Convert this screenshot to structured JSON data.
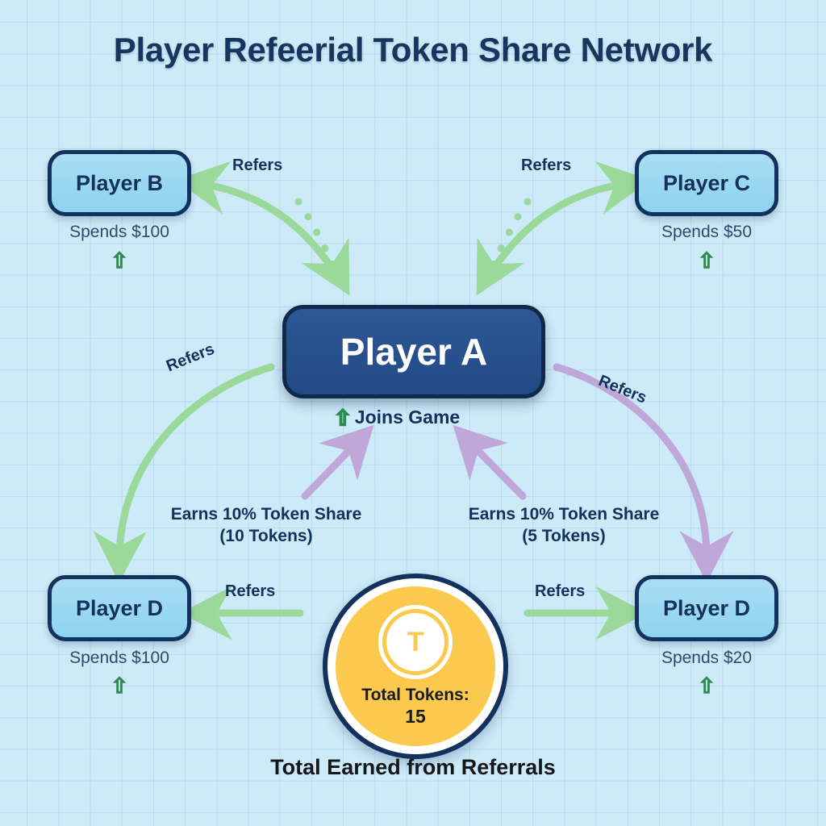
{
  "title": "Player Refeerial Token Share Network",
  "colors": {
    "background": "#cdeaf8",
    "grid": "#8cbee1",
    "node_fill": "#a9ddf4",
    "node_border": "#12315c",
    "hub_fill": "#2d5795",
    "hub_text": "#ffffff",
    "green_edge": "#9bd99b",
    "purple_edge": "#bfa8d9",
    "token_gold": "#fbc94e",
    "label_text": "#13315d",
    "spend_text": "#2b4a70"
  },
  "nodes": {
    "hub": {
      "label": "Player A",
      "sub_label": "Joins Game",
      "sub_icon": "up-arrow-icon"
    },
    "player_b": {
      "label": "Player B",
      "spend": "Spends $100",
      "spend_icon": "up-arrow-icon"
    },
    "player_c": {
      "label": "Player C",
      "spend": "Spends $50",
      "spend_icon": "up-arrow-icon"
    },
    "player_d_left": {
      "label": "Player D",
      "spend": "Spends $100",
      "spend_icon": "up-arrow-icon"
    },
    "player_d_right": {
      "label": "Player D",
      "spend": "Spends $20",
      "spend_icon": "up-arrow-icon"
    }
  },
  "edge_labels": {
    "top_left": "Refers",
    "top_right": "Refers",
    "bottom_left": "Refers",
    "bottom_right": "Refers",
    "diag_left": "Refers",
    "diag_right": "Refers"
  },
  "earnings": {
    "left_line1": "Earns 10% Token Share",
    "left_line2": "(10 Tokens)",
    "right_line1": "Earns 10% Token Share",
    "right_line2": "(5 Tokens)"
  },
  "token_badge": {
    "coin_glyph": "T",
    "label": "Total Tokens:",
    "value": "15"
  },
  "caption": "Total Earned from Referrals",
  "chart_data": {
    "type": "diagram",
    "diagram_kind": "referral-network",
    "center": "Player A",
    "referrals": [
      {
        "referrer": "Player A",
        "referred": "Player B",
        "spends": 100,
        "token_share_percent": 10,
        "tokens_earned": 10
      },
      {
        "referrer": "Player A",
        "referred": "Player C",
        "spends": 50,
        "token_share_percent": 10,
        "tokens_earned": 5
      },
      {
        "referrer": "Player A",
        "referred": "Player D",
        "spends": 100,
        "token_share_percent": 10,
        "tokens_earned": null
      },
      {
        "referrer": "Player A",
        "referred": "Player D",
        "spends": 20,
        "token_share_percent": 10,
        "tokens_earned": null
      }
    ],
    "total_tokens": 15
  }
}
